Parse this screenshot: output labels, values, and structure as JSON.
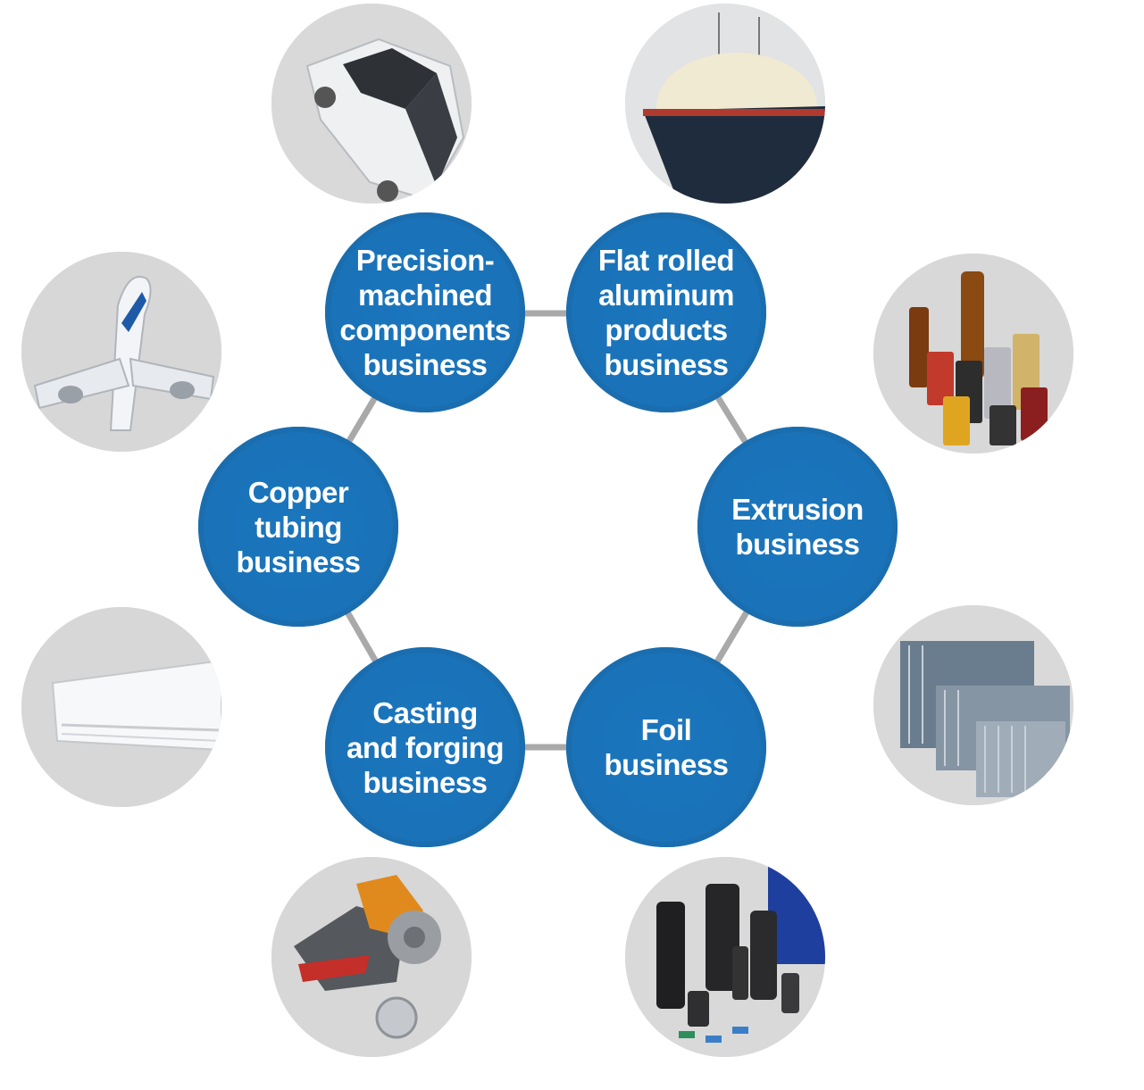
{
  "colors": {
    "node_fill": "#1a72b8",
    "ring": "#a9a9a9",
    "photo_bg": "#d6d6d6",
    "label": "#ffffff"
  },
  "business_nodes": [
    {
      "id": "precision",
      "label": "Precision-\nmachined\ncomponents\nbusiness"
    },
    {
      "id": "flat-rolled",
      "label": "Flat rolled\naluminum\nproducts\nbusiness"
    },
    {
      "id": "extrusion",
      "label": "Extrusion\nbusiness"
    },
    {
      "id": "foil",
      "label": "Foil\nbusiness"
    },
    {
      "id": "casting",
      "label": "Casting\nand forging\nbusiness"
    },
    {
      "id": "copper",
      "label": "Copper\ntubing\nbusiness"
    }
  ],
  "photos": [
    {
      "id": "car",
      "icon": "car-icon"
    },
    {
      "id": "lng-ship",
      "icon": "lng-ship-icon"
    },
    {
      "id": "airplane",
      "icon": "airplane-icon"
    },
    {
      "id": "beverage-cans",
      "icon": "beverage-cans-icon"
    },
    {
      "id": "air-conditioner",
      "icon": "air-conditioner-icon"
    },
    {
      "id": "radiators",
      "icon": "radiator-icon"
    },
    {
      "id": "turbo-parts",
      "icon": "turbocharger-icon"
    },
    {
      "id": "capacitors",
      "icon": "capacitor-icon"
    }
  ]
}
